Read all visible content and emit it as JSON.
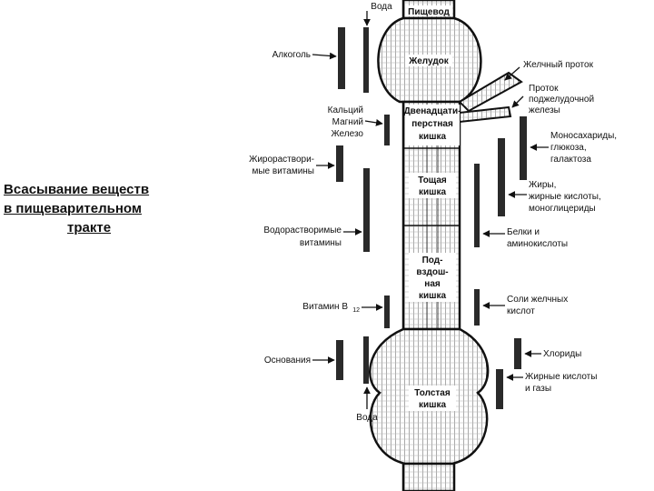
{
  "title": {
    "line1": "Всасывание веществ",
    "line2": "в пищеварительном",
    "line3": "тракте"
  },
  "organs": {
    "esophagus": "Пищевод",
    "stomach": "Желудок",
    "duodenum_1": "Двенадцати-",
    "duodenum_2": "перстная",
    "duodenum_3": "кишка",
    "jejunum_1": "Тощая",
    "jejunum_2": "кишка",
    "ileum_1": "Под-",
    "ileum_2": "вздош-",
    "ileum_3": "ная",
    "ileum_4": "кишка",
    "colon_1": "Толстая",
    "colon_2": "кишка"
  },
  "left_labels": {
    "water_top": "Вода",
    "alcohol": "Алкоголь",
    "calcium": "Кальций",
    "magnesium": "Магний",
    "iron": "Железо",
    "fat_vit_1": "Жирораствори-",
    "fat_vit_2": "мые витамины",
    "water_vit_1": "Водорастворимые",
    "water_vit_2": "витамины",
    "vitamin_b12": "Витамин B",
    "vitamin_b12_sub": "12",
    "bases": "Основания",
    "water_bottom": "Вода"
  },
  "right_labels": {
    "bile_duct": "Желчный проток",
    "pancreas_1": "Проток",
    "pancreas_2": "поджелудочной",
    "pancreas_3": "железы",
    "mono_1": "Моносахариды,",
    "mono_2": "глюкоза,",
    "mono_3": "галактоза",
    "fats_1": "Жиры,",
    "fats_2": "жирные кислоты,",
    "fats_3": "моноглицериды",
    "proteins_1": "Белки и",
    "proteins_2": "аминокислоты",
    "bile_salts_1": "Соли желчных",
    "bile_salts_2": "кислот",
    "chlorides": "Хлориды",
    "fatty_acids_1": "Жирные кислоты",
    "fatty_acids_2": "и газы"
  }
}
